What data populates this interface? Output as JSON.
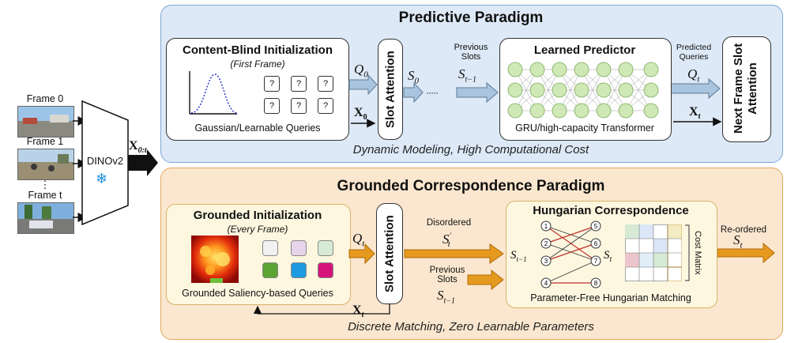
{
  "frames": {
    "frame0": "Frame 0",
    "frame1": "Frame 1",
    "dots": "⋮",
    "framet": "Frame t"
  },
  "encoder": {
    "label": "DINOv2",
    "output": "X0:t"
  },
  "predictive": {
    "title": "Predictive Paradigm",
    "init_title": "Content-Blind Initialization",
    "init_sub": "(First Frame)",
    "init_caption": "Gaussian/Learnable Queries",
    "query_mark": "?",
    "q0": "Q0",
    "x0": "X0",
    "slot_attention": "Slot Attention",
    "s0": "S0",
    "ellipsis": "·····",
    "previous_slots": "Previous Slots",
    "st_1": "St−1",
    "predictor_title": "Learned Predictor",
    "predictor_caption": "GRU/high-capacity Transformer",
    "predicted_queries": "Predicted Queries",
    "qt": "Qt",
    "xt": "Xt",
    "next_frame": "Next Frame Slot Attention",
    "footer": "Dynamic Modeling, High Computational Cost"
  },
  "grounded": {
    "title": "Grounded Correspondence Paradigm",
    "init_title": "Grounded Initialization",
    "init_sub": "(Every Frame)",
    "init_caption": "Grounded Saliency-based Queries",
    "qt": "Qt",
    "xt": "Xt",
    "slot_attention": "Slot Attention",
    "disordered": "Disordered",
    "st_prime": "S′t",
    "previous_slots": "Previous Slots",
    "st_1": "St−1",
    "hungarian_title": "Hungarian Correspondence",
    "hungarian_caption": "Parameter-Free Hungarian Matching",
    "left_set": "St−1",
    "right_set": "St",
    "nodes_left": [
      "1",
      "2",
      "3",
      "4"
    ],
    "nodes_right": [
      "5",
      "6",
      "7",
      "8"
    ],
    "cost_matrix": "Cost Matrix",
    "reordered": "Re-ordered",
    "st": "St",
    "footer": "Discrete Matching, Zero Learnable Parameters"
  },
  "colors": {
    "top_bg": "#dde9f7",
    "bottom_bg": "#fbe7cf",
    "arrow_blue": "#a9c4de",
    "arrow_orange": "#e59a1f",
    "query_colors": [
      "#f2f2f2",
      "#e7d3ea",
      "#d7ead6",
      "#5ba332",
      "#1e9be0",
      "#d6137a"
    ]
  }
}
